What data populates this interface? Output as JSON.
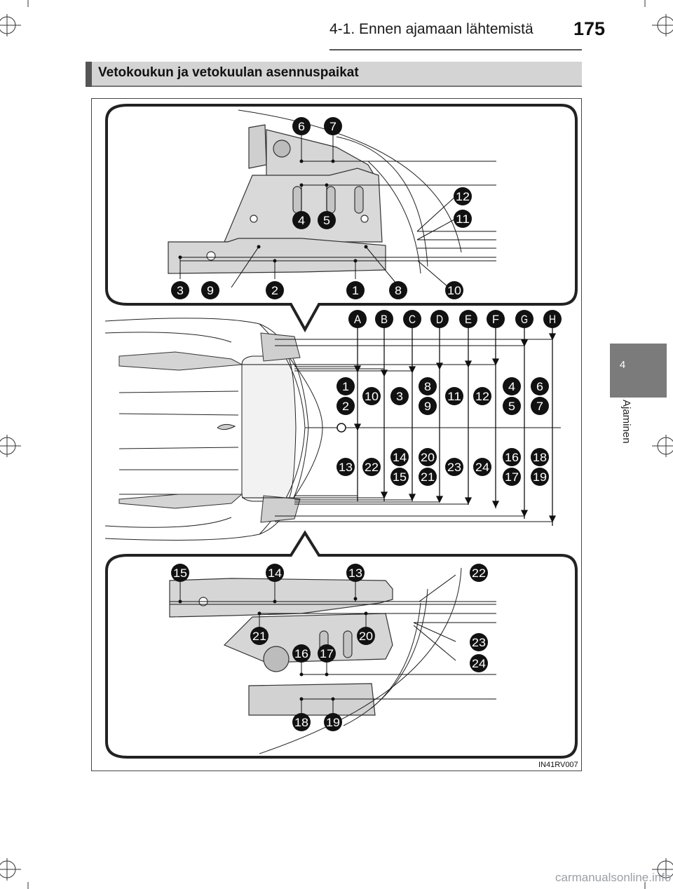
{
  "header": {
    "chapter": "4-1. Ennen ajamaan lähtemistä",
    "page_number": "175"
  },
  "section": {
    "title": "Vetokoukun ja vetokuulan asennuspaikat"
  },
  "side_tab": {
    "number": "4",
    "label": "Ajaminen"
  },
  "figure": {
    "code": "IN41RV007",
    "top_panel_callouts": [
      "6",
      "7",
      "12",
      "4",
      "5",
      "11",
      "3",
      "9",
      "2",
      "1",
      "8",
      "10"
    ],
    "column_letters": [
      "A",
      "B",
      "C",
      "D",
      "E",
      "F",
      "G",
      "H"
    ],
    "column_upper_callouts": [
      [
        "1",
        "2"
      ],
      [
        "10"
      ],
      [
        "3"
      ],
      [
        "8",
        "9"
      ],
      [
        "11"
      ],
      [
        "12"
      ],
      [
        "4",
        "5"
      ],
      [
        "6",
        "7"
      ]
    ],
    "column_lower_callouts": [
      [
        "13"
      ],
      [
        "22"
      ],
      [
        "14",
        "15"
      ],
      [
        "20",
        "21"
      ],
      [
        "23"
      ],
      [
        "24"
      ],
      [
        "16",
        "17"
      ],
      [
        "18",
        "19"
      ]
    ],
    "bottom_panel_callouts": [
      "15",
      "14",
      "13",
      "22",
      "21",
      "20",
      "16",
      "17",
      "23",
      "24",
      "18",
      "19"
    ]
  },
  "footer": {
    "watermark": "carmanualsonline.info"
  }
}
